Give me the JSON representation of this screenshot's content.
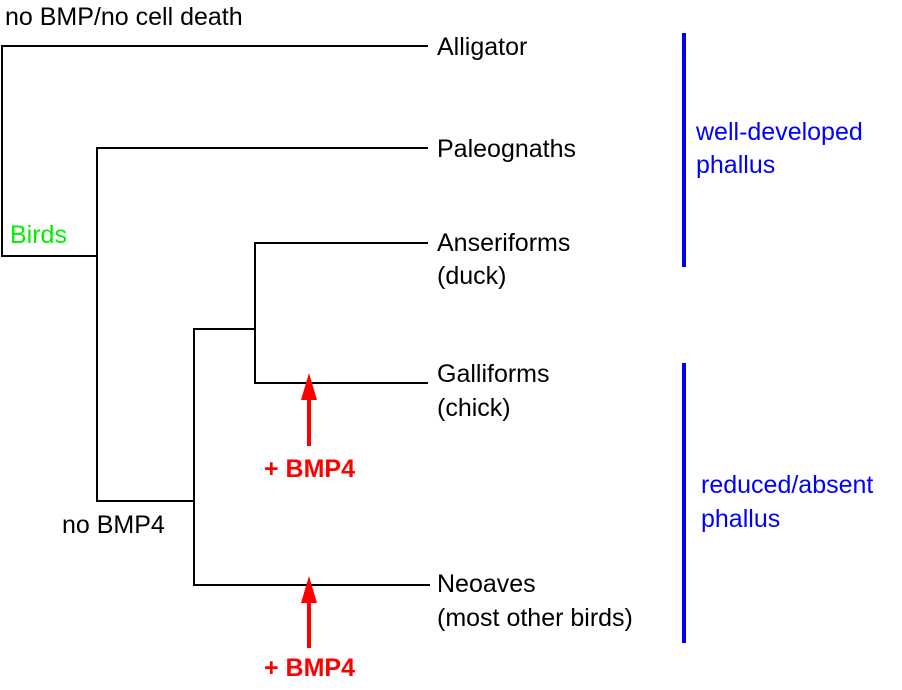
{
  "title": "no BMP/no cell death",
  "clade_labels": {
    "birds": "Birds",
    "no_bmp4": "no BMP4"
  },
  "taxa": [
    {
      "name": "Alligator",
      "subtitle": ""
    },
    {
      "name": "Paleognaths",
      "subtitle": ""
    },
    {
      "name": "Anseriforms",
      "subtitle": "(duck)"
    },
    {
      "name": "Galliforms",
      "subtitle": "(chick)"
    },
    {
      "name": "Neoaves",
      "subtitle": "(most other birds)"
    }
  ],
  "events": [
    {
      "label": "+ BMP4",
      "branch": "Galliforms"
    },
    {
      "label": "+ BMP4",
      "branch": "Neoaves"
    }
  ],
  "phenotype_groups": [
    {
      "line1": "well-developed",
      "line2": "phallus",
      "members": [
        "Alligator",
        "Paleognaths",
        "Anseriforms"
      ]
    },
    {
      "line1": "reduced/absent",
      "line2": "phallus",
      "members": [
        "Galliforms",
        "Neoaves"
      ]
    }
  ],
  "colors": {
    "tree": "#000000",
    "birds_label": "#00ee00",
    "phenotype": "#0000ff",
    "event": "#ff0000"
  }
}
